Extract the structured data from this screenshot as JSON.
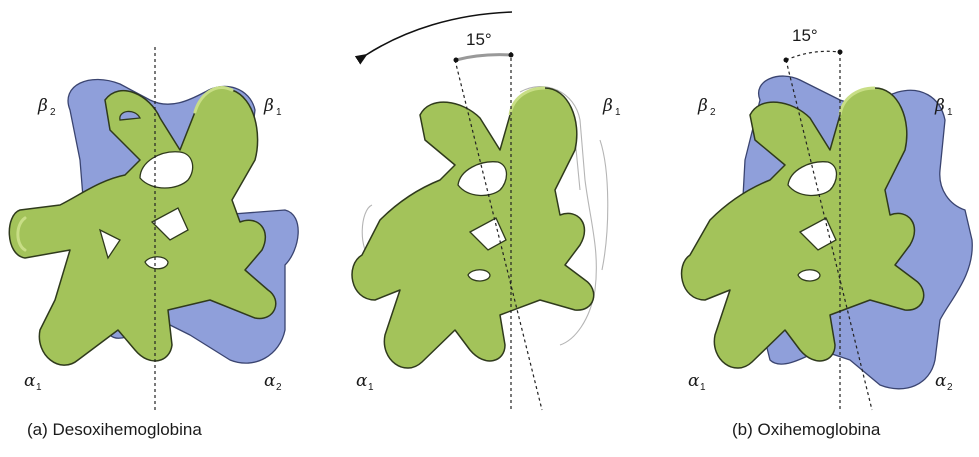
{
  "panels": {
    "a": {
      "caption": "(a) Desoxihemoglobina",
      "labels": {
        "beta2": {
          "greek": "β",
          "sub": "2"
        },
        "beta1": {
          "greek": "β",
          "sub": "1"
        },
        "alpha1": {
          "greek": "α",
          "sub": "1"
        },
        "alpha2": {
          "greek": "α",
          "sub": "2"
        }
      }
    },
    "middle": {
      "rotation_angle": "15°",
      "labels": {
        "beta1": {
          "greek": "β",
          "sub": "1"
        },
        "alpha1": {
          "greek": "α",
          "sub": "1"
        }
      }
    },
    "b": {
      "caption": "(b) Oxihemoglobina",
      "rotation_angle": "15°",
      "labels": {
        "beta2": {
          "greek": "β",
          "sub": "2"
        },
        "beta1": {
          "greek": "β",
          "sub": "1"
        },
        "alpha1": {
          "greek": "α",
          "sub": "1"
        },
        "alpha2": {
          "greek": "α",
          "sub": "2"
        }
      }
    }
  },
  "colors": {
    "alpha_beta_1_subunits": "#a3c35a",
    "alpha_beta_2_subunits": "#8f9fda",
    "outline": "#2f3a1c",
    "ghost_outline": "#b5b5b5",
    "axis": "#222222"
  }
}
